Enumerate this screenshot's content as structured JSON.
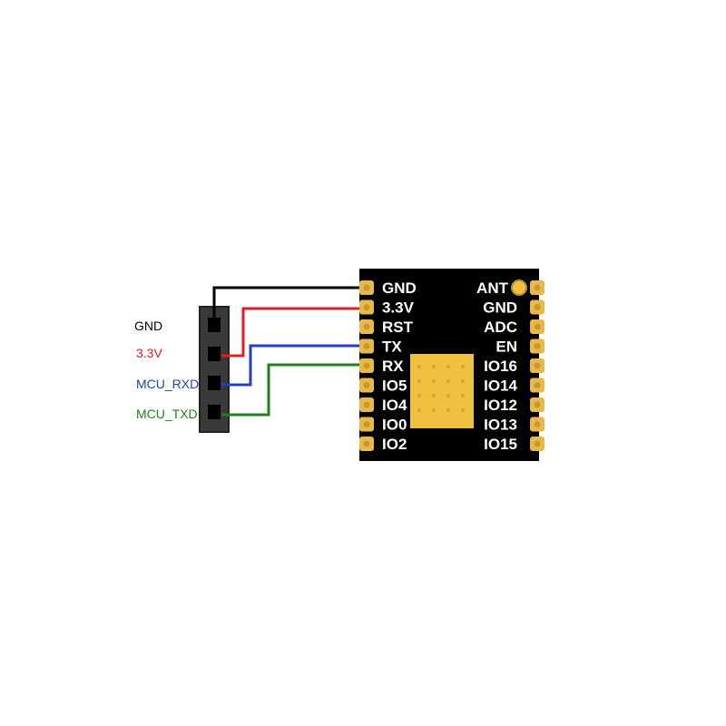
{
  "header": {
    "labels": [
      {
        "text": "GND",
        "color": "#000000"
      },
      {
        "text": "3.3V",
        "color": "#e02020"
      },
      {
        "text": "MCU_RXD",
        "color": "#2040c0"
      },
      {
        "text": "MCU_TXD",
        "color": "#208020"
      }
    ]
  },
  "module": {
    "left_pins": [
      "GND",
      "3.3V",
      "RST",
      "TX",
      "RX",
      "IO5",
      "IO4",
      "IO0",
      "IO2"
    ],
    "right_pins": [
      "ANT",
      "GND",
      "ADC",
      "EN",
      "IO16",
      "IO14",
      "IO12",
      "IO13",
      "IO15"
    ],
    "board_color": "#000000",
    "pad_color": "#e8b84a",
    "shield_color": "#f0c040"
  },
  "wires": [
    {
      "name": "gnd-wire",
      "color": "#000000",
      "from": "GND",
      "to": "GND"
    },
    {
      "name": "vcc-wire",
      "color": "#e02020",
      "from": "3.3V",
      "to": "3.3V"
    },
    {
      "name": "rxd-wire",
      "color": "#2040c0",
      "from": "MCU_RXD",
      "to": "TX"
    },
    {
      "name": "txd-wire",
      "color": "#208020",
      "from": "MCU_TXD",
      "to": "RX"
    }
  ]
}
